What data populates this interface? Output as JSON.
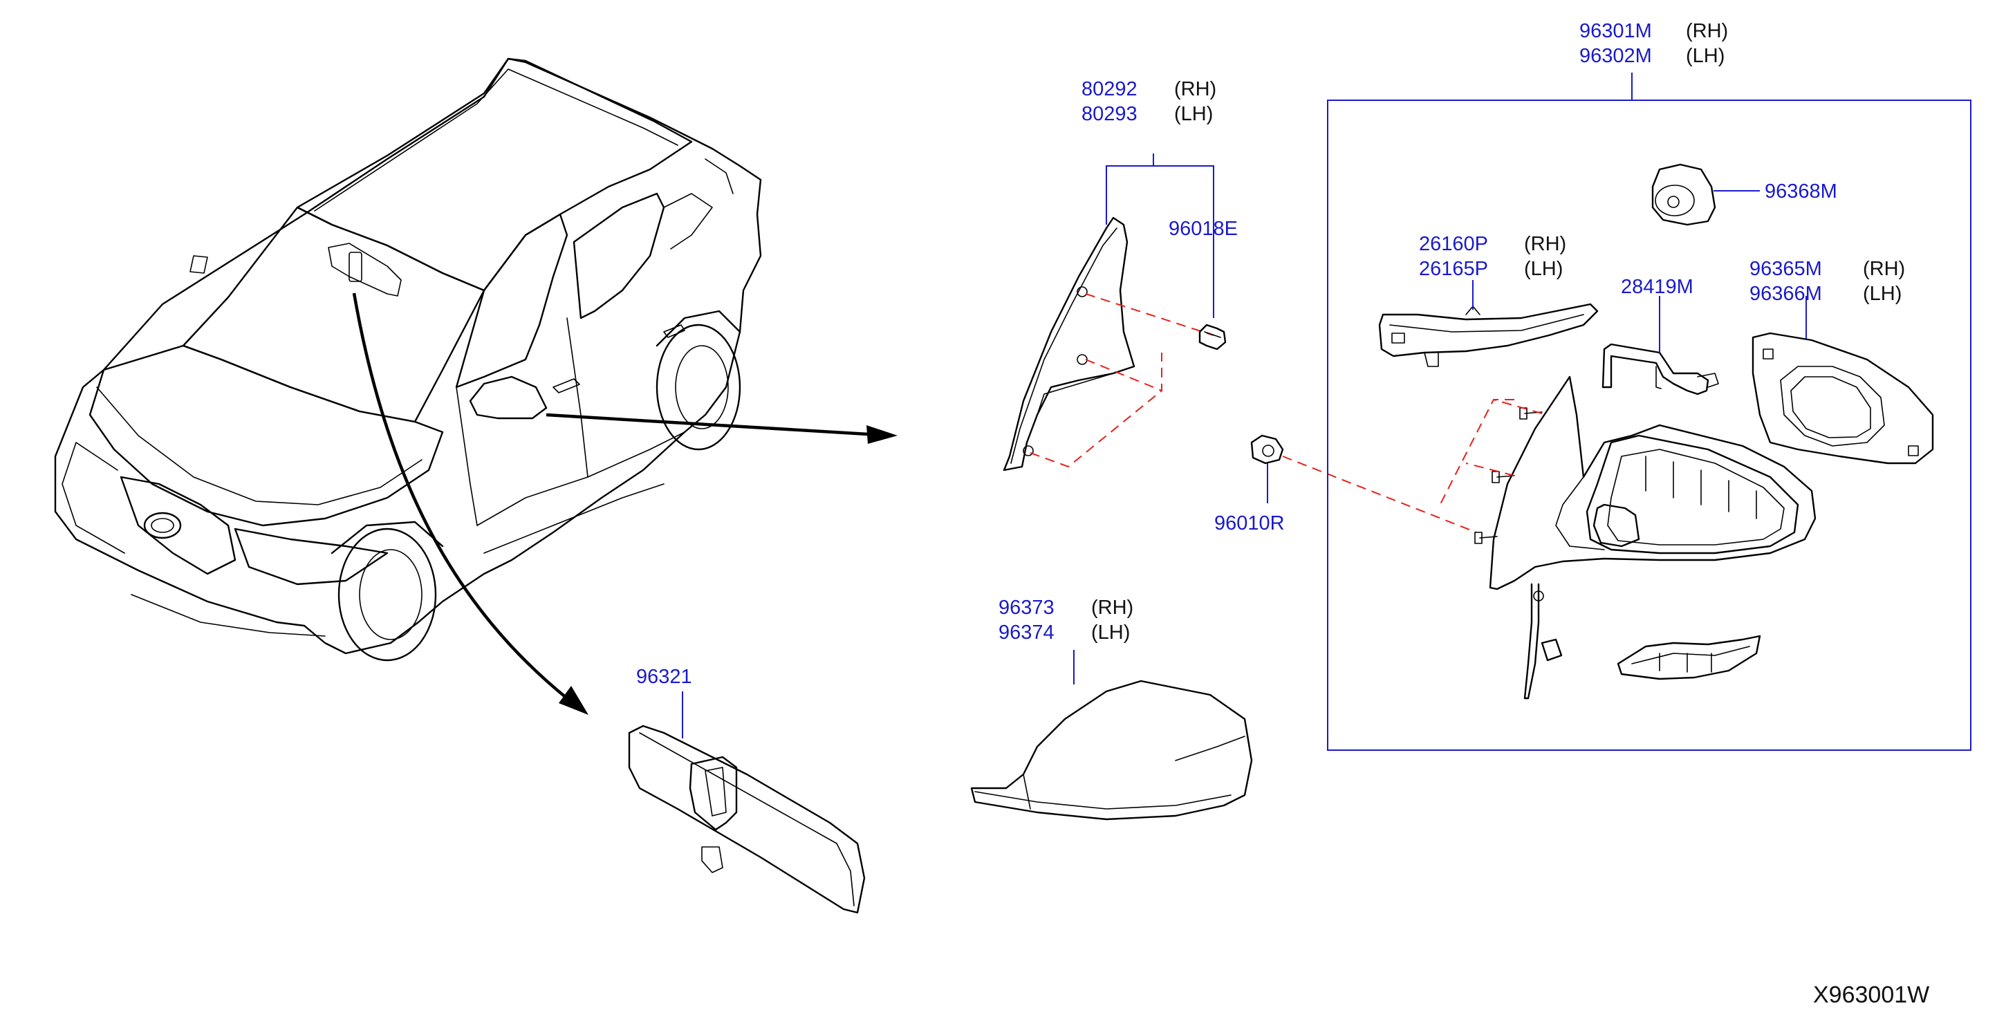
{
  "colors": {
    "part_number": "#1a1acc",
    "leader": "#1a1acc",
    "dashed": "#e8201a",
    "line": "#000000"
  },
  "labels": {
    "outer_mirror": {
      "rh": "96301M",
      "lh": "96302M",
      "rh_side": "(RH)",
      "lh_side": "(LH)"
    },
    "cover_plate": {
      "rh": "80292",
      "lh": "80293",
      "rh_side": "(RH)",
      "lh_side": "(LH)"
    },
    "clip": "96018E",
    "grommet": "96368M",
    "turn_lamp": {
      "rh": "26160P",
      "lh": "26165P",
      "rh_side": "(RH)",
      "lh_side": "(LH)"
    },
    "harness": "28419M",
    "glass": {
      "rh": "96365M",
      "lh": "96366M",
      "rh_side": "(RH)",
      "lh_side": "(LH)"
    },
    "nut": "96010R",
    "mirror_cover": {
      "rh": "96373",
      "lh": "96374",
      "rh_side": "(RH)",
      "lh_side": "(LH)"
    },
    "inside_mirror": "96321"
  },
  "diagram_code": "X963001W"
}
